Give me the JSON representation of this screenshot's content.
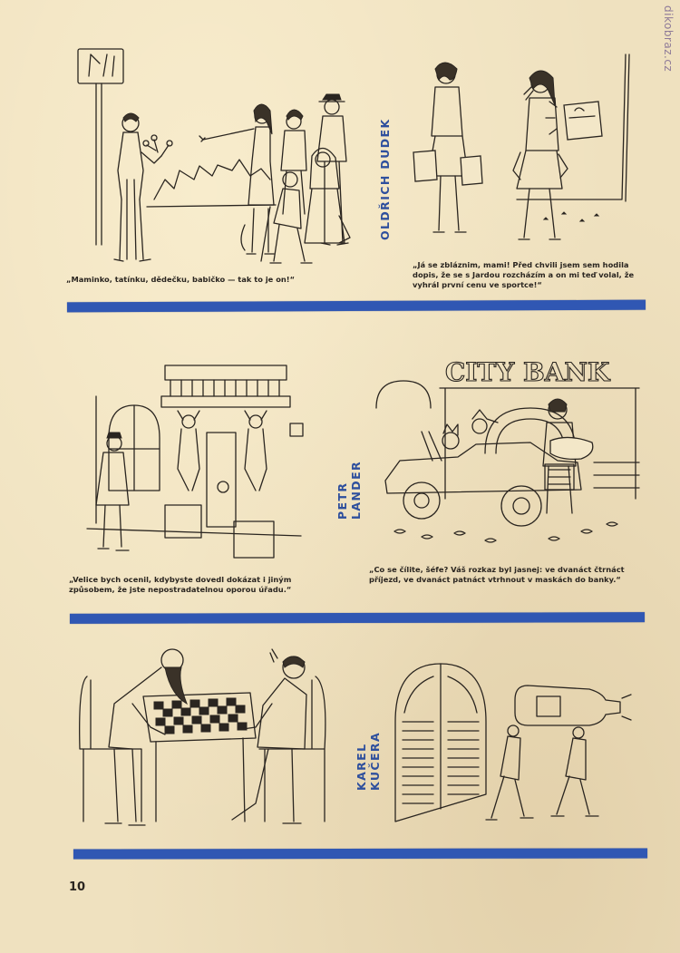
{
  "watermark": "dikobraz.cz",
  "page_number": "10",
  "sections": [
    {
      "author": "OLDŘICH DUDEK",
      "captions": [
        "„Maminko, tatínku, dědečku, babičko — tak to je on!“",
        "„Já se zbláznim, mami! Před chvili jsem sem hodila dopis, že se s Jardou rozcházím a on mi teď volal, že vyhrál první cenu ve sportce!“"
      ]
    },
    {
      "author": "PETR LANDER",
      "captions": [
        "„Velice bych ocenil, kdybyste dovedl dokázat i jiným způsobem, že jste nepostradatelnou oporou úřadu.“",
        "„Co se čílite, šéfe? Váš rozkaz byl jasnej: ve dvanáct čtrnáct příjezd, ve dvanáct patnáct vtrhnout v maskách do banky.“"
      ],
      "sign_text": "CITY BANK"
    },
    {
      "author": "KAREL KUČERA",
      "captions": []
    }
  ],
  "colors": {
    "paper": "#efe1bf",
    "rule_blue": "#3057b3",
    "author_blue": "#2e4f9d",
    "ink": "#2a2520",
    "watermark": "#8e7a98"
  }
}
